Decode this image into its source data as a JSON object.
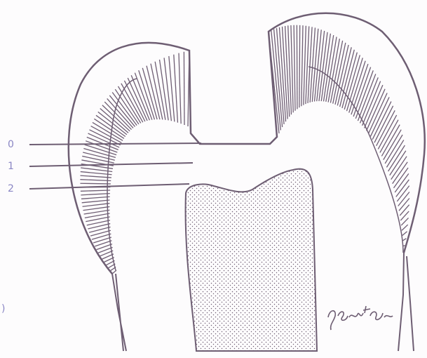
{
  "labels": {
    "l0": "0",
    "l1": "1",
    "l2": "2",
    "l3": ")"
  },
  "colors": {
    "ink": "#6e5e73",
    "label": "#8a86c4",
    "background": "#fdfcfd"
  },
  "icons": {
    "signature": "handwritten-signature"
  }
}
